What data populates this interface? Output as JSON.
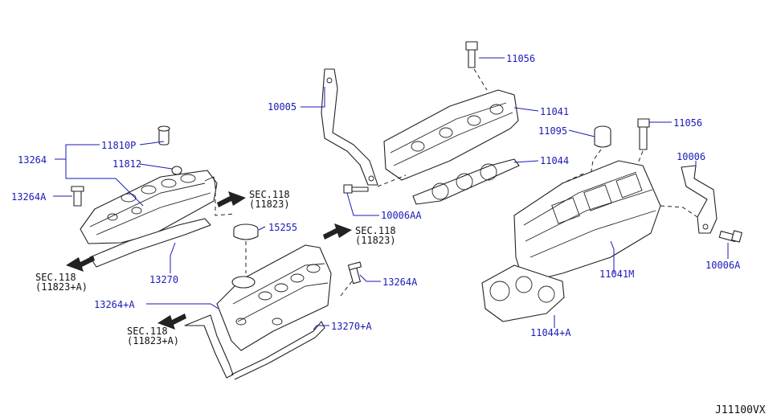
{
  "diagram_id": "J11100VX",
  "parts": {
    "p11056_top": "11056",
    "p11041": "11041",
    "p10005": "10005",
    "p11095": "11095",
    "p11056_right": "11056",
    "p11044": "11044",
    "p10006": "10006",
    "p10006AA": "10006AA",
    "p13264": "13264",
    "p11810P": "11810P",
    "p11812": "11812",
    "p13264A_left": "13264A",
    "p15255": "15255",
    "p13270": "13270",
    "p13264A_mid": "13264A",
    "p13264_plusA": "13264+A",
    "p13270_plusA": "13270+A",
    "p11041M": "11041M",
    "p10006A": "10006A",
    "p11044_plusA": "11044+A"
  },
  "sections": {
    "sec_left": {
      "line1": "SEC.118",
      "line2": "(11823+A)"
    },
    "sec_top_mid": {
      "line1": "SEC.118",
      "line2": "(11823)"
    },
    "sec_mid_right": {
      "line1": "SEC.118",
      "line2": "(11823)"
    },
    "sec_bottom": {
      "line1": "SEC.118",
      "line2": "(11823+A)"
    }
  }
}
